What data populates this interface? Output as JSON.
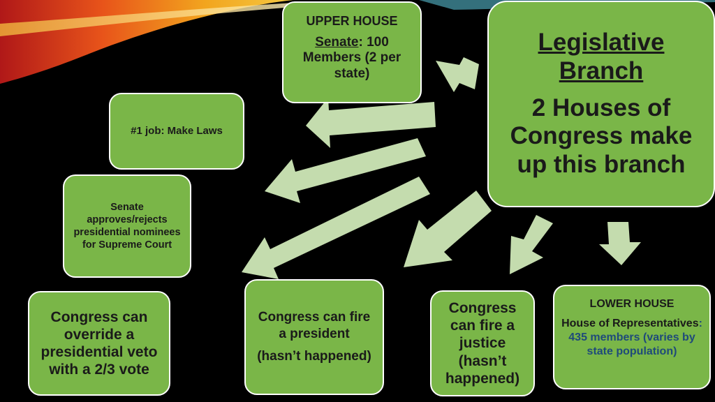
{
  "legislative": {
    "title": "Legislative Branch",
    "body": "2 Houses of Congress make up this branch"
  },
  "upper_house": {
    "heading": "UPPER HOUSE",
    "senate_label": "Senate",
    "senate_detail": ": 100 Members (2 per state)"
  },
  "job": {
    "text": "#1 job: Make Laws"
  },
  "senate_nominees": {
    "text": "Senate approves/rejects presidential nominees for Supreme Court"
  },
  "override": {
    "text": "Congress can override a presidential veto with a 2/3 vote"
  },
  "fire_president": {
    "line1": "Congress can fire a president",
    "line2": "(hasn’t happened)"
  },
  "fire_justice": {
    "text": "Congress can fire a justice (hasn’t happened)"
  },
  "lower_house": {
    "heading": "LOWER HOUSE",
    "rep_label": "House of Representatives",
    "rep_detail": ": 435 members (varies by state population)"
  },
  "colors": {
    "box_fill": "#7ab648",
    "box_border": "#ffffff",
    "arrow_fill": "#c4dcae",
    "background": "#000000"
  }
}
